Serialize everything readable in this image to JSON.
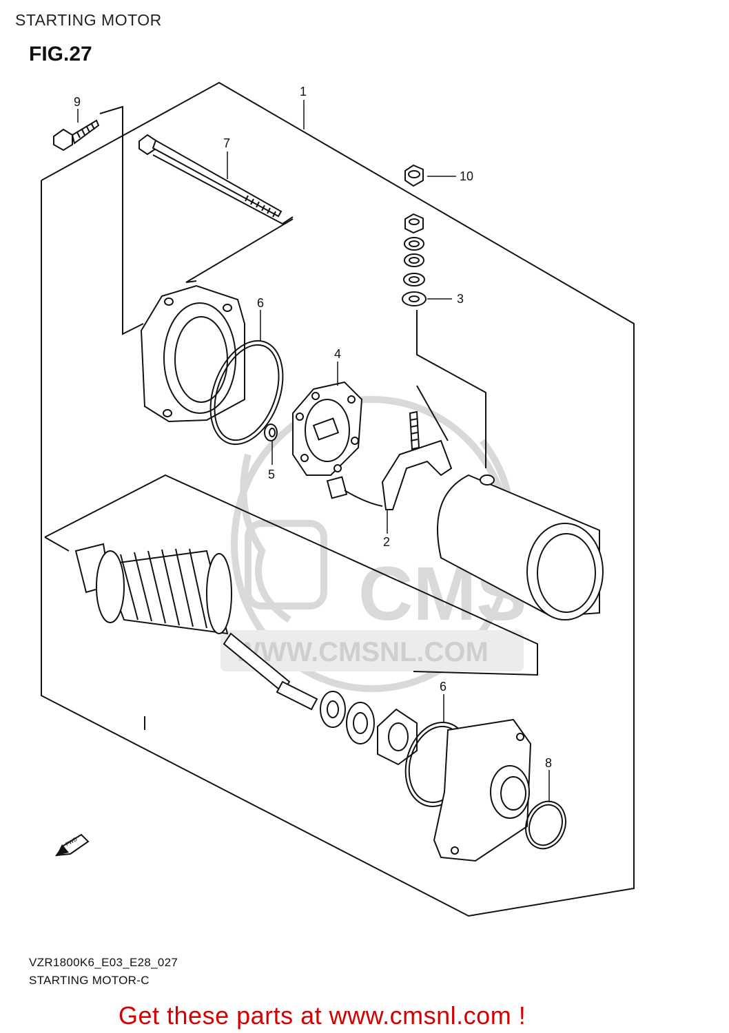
{
  "heading": "STARTING MOTOR",
  "figure_title": "FIG.27",
  "callouts": [
    {
      "id": "c1",
      "label": "1"
    },
    {
      "id": "c2",
      "label": "2"
    },
    {
      "id": "c3",
      "label": "3"
    },
    {
      "id": "c4",
      "label": "4"
    },
    {
      "id": "c5",
      "label": "5"
    },
    {
      "id": "c6a",
      "label": "6"
    },
    {
      "id": "c6b",
      "label": "6"
    },
    {
      "id": "c7",
      "label": "7"
    },
    {
      "id": "c8",
      "label": "8"
    },
    {
      "id": "c9",
      "label": "9"
    },
    {
      "id": "c10",
      "label": "10"
    }
  ],
  "watermark": {
    "logo": "CMS",
    "url": "WWW.CMSNL.COM"
  },
  "fwd_arrow_label": "FWD",
  "footer": {
    "model_code": "VZR1800K6_E03_E28_027",
    "diagram_name": "STARTING MOTOR-C",
    "call_to_action": "Get these parts at www.cmsnl.com !"
  },
  "colors": {
    "line": "#111111",
    "watermark": "#d9d9d9",
    "cta_text": "#d40000"
  }
}
